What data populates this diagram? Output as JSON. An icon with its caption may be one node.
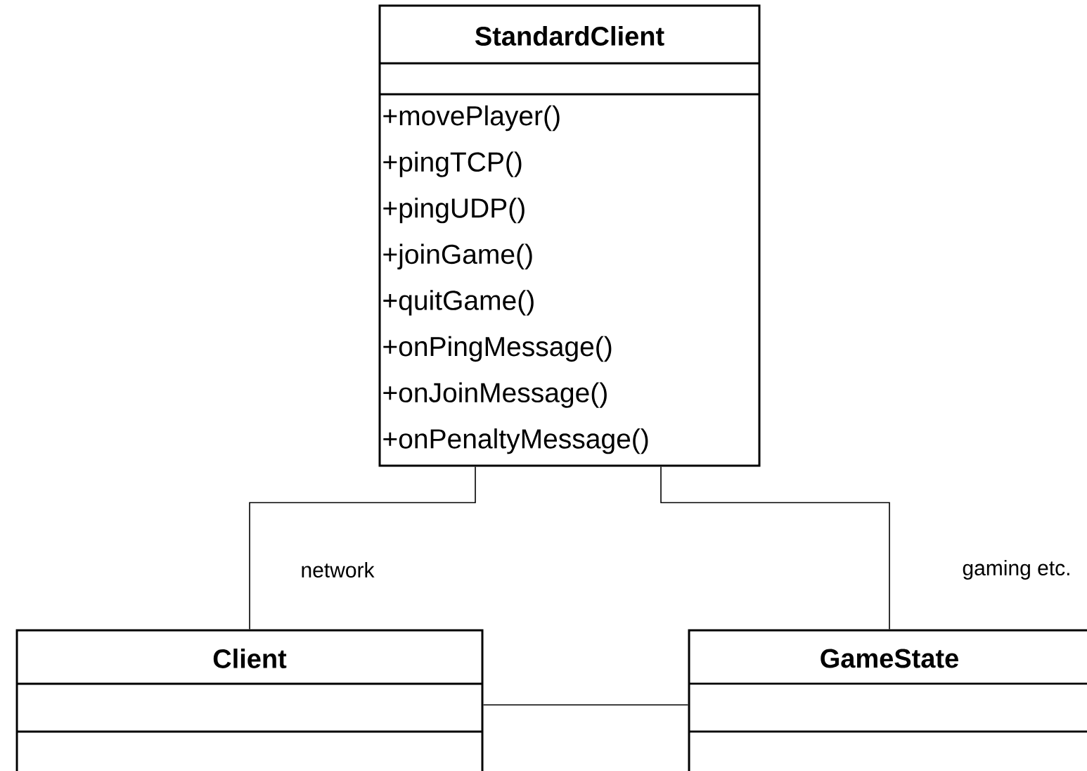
{
  "diagram": {
    "nodes": [
      {
        "text": [
          "StandardClient",
          "+movePlayer()",
          "+pingTCP()",
          "+pingUDP()",
          "+joinGame()",
          "+quitGame()",
          "+onPingMessage()",
          "+onJoinMessage()",
          "+onPenaltyMessage()"
        ]
      },
      {
        "text": [
          "Client"
        ]
      },
      {
        "text": [
          "GameState"
        ]
      }
    ],
    "edges": [
      {
        "from": 0,
        "to": 1,
        "arrow": "none",
        "label": "network"
      },
      {
        "from": 0,
        "to": 2,
        "arrow": "none",
        "label": "gaming etc."
      },
      {
        "from": 1,
        "to": 2,
        "arrow": "none"
      }
    ]
  }
}
